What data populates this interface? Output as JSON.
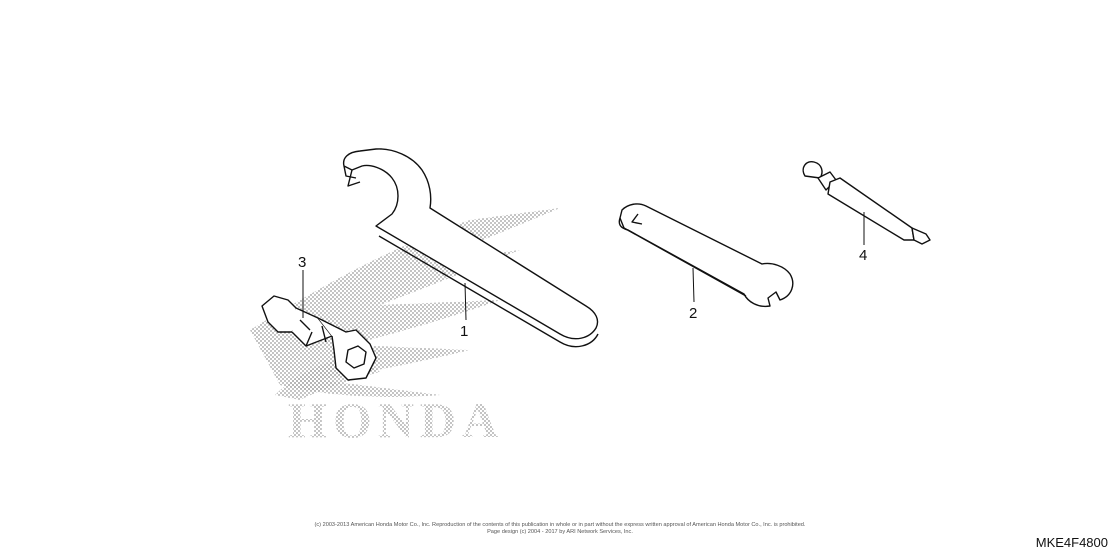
{
  "diagram": {
    "callouts": [
      "1",
      "2",
      "3",
      "4"
    ],
    "watermark": {
      "text": "HONDA",
      "icon": "honda-wing-logo-icon"
    },
    "parts_icons": [
      "pin-spanner-wrench-icon",
      "double-open-end-wrench-icon",
      "spark-plug-socket-wrench-icon",
      "screwdriver-handle-tool-icon"
    ]
  },
  "copyright": {
    "line1": "(c) 2003-2013 American Honda Motor Co., Inc. Reproduction of the contents of this publication in whole or in part without the express written approval of American Honda Motor Co., Inc. is prohibited.",
    "line2": "Page design (c) 2004 - 2017 by ARI Network Services, Inc."
  },
  "diagram_code": "MKE4F4800",
  "colors": {
    "line": "#111111",
    "watermark": "#9a9a9a",
    "background": "#ffffff"
  }
}
